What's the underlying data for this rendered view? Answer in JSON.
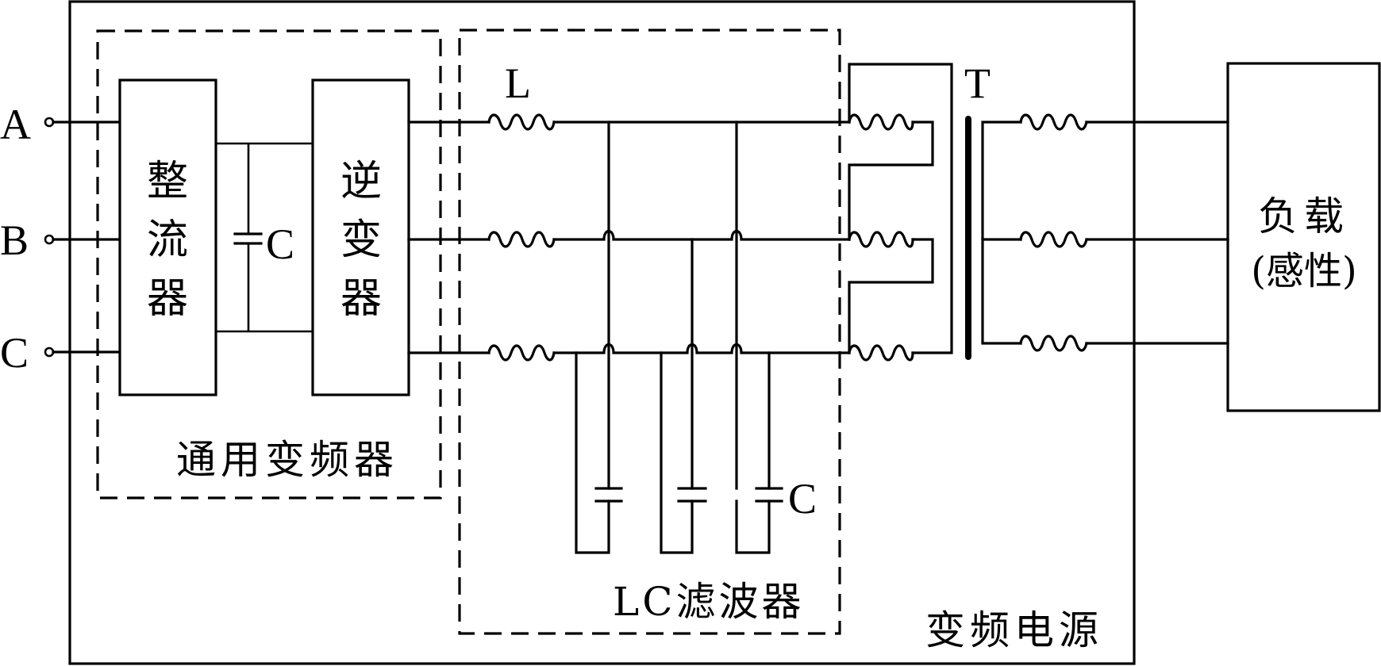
{
  "title": "变频电源系统原理图",
  "terminals": [
    {
      "label": "A"
    },
    {
      "label": "B"
    },
    {
      "label": "C"
    }
  ],
  "blocks": {
    "rectifier": {
      "label": [
        "整",
        "流",
        "器"
      ]
    },
    "dc_capacitor": {
      "label": "C"
    },
    "inverter": {
      "label": [
        "逆",
        "变",
        "器"
      ]
    },
    "general_vfd": {
      "label": "通用变频器"
    },
    "lc_filter": {
      "label": "LC滤波器",
      "inductor_label": "L",
      "capacitor_label": "C"
    },
    "transformer": {
      "label": "T"
    },
    "power_supply": {
      "label": "变频电源"
    },
    "load": {
      "label_line1": "负载",
      "label_line2": "(感性)"
    }
  },
  "colors": {
    "line": "#000000",
    "background": "#ffffff"
  }
}
